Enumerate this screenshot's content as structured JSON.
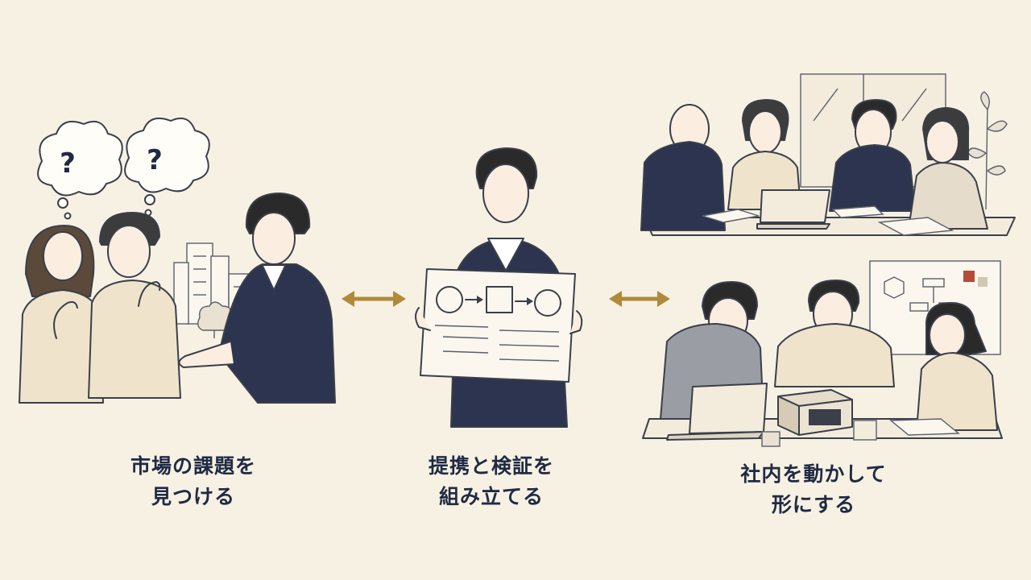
{
  "steps": [
    {
      "line1": "市場の課題を",
      "line2": "見つける"
    },
    {
      "line1": "提携と検証を",
      "line2": "組み立てる"
    },
    {
      "line1": "社内を動かして",
      "line2": "形にする"
    }
  ],
  "bubbles": {
    "q1": "?",
    "q2": "?"
  },
  "colors": {
    "background": "#f7f1e3",
    "navy": "#2c3450",
    "arrow_gold": "#b08a3a",
    "beige": "#efe3cc",
    "text": "#1f2a44"
  },
  "icons": [
    "question-bubble-icon",
    "building-icon",
    "tree-icon",
    "flow-board-icon",
    "bidirectional-arrow-icon",
    "laptop-icon",
    "prototype-box-icon",
    "plant-icon"
  ]
}
